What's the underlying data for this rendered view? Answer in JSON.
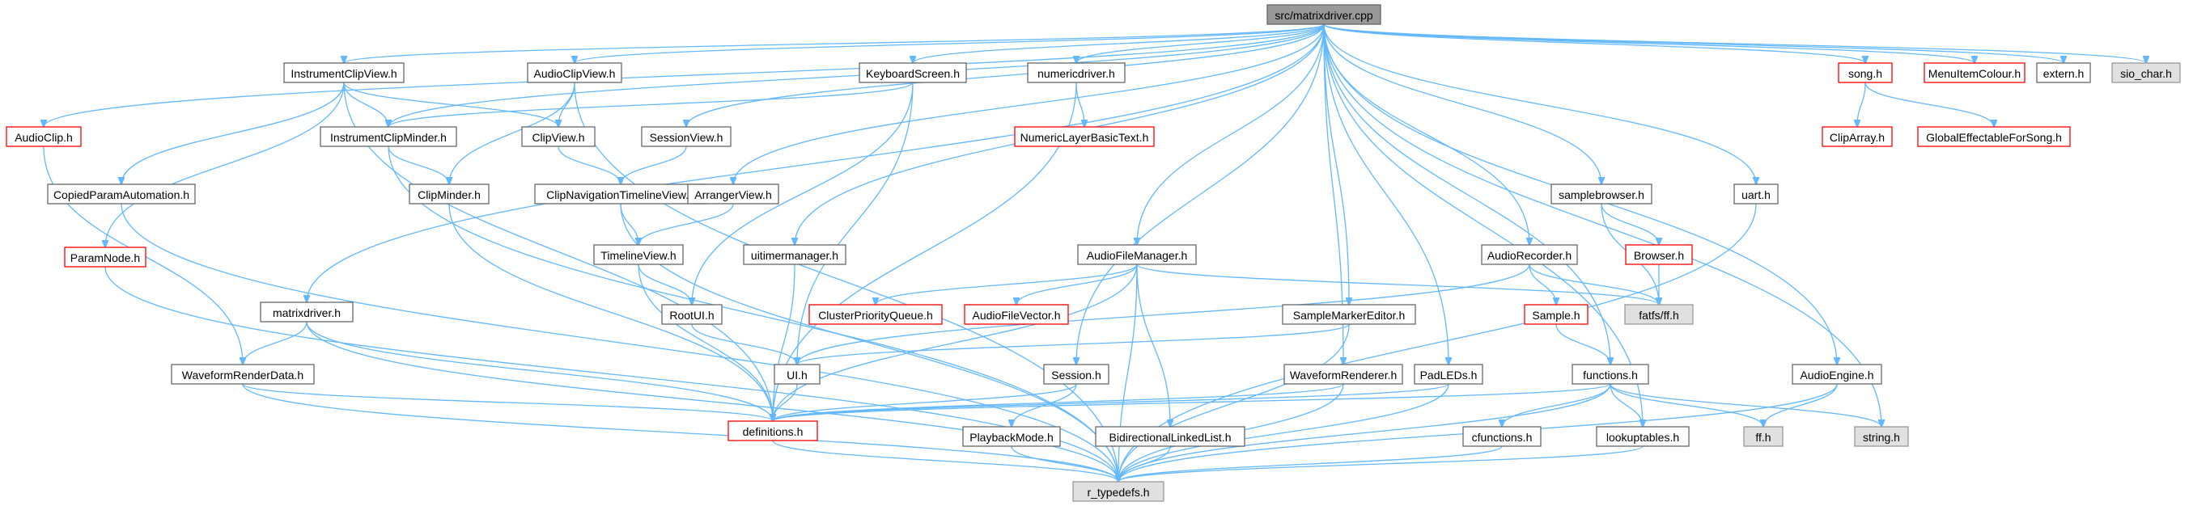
{
  "colors": {
    "edge": "#63b8ff",
    "node_border": "#666666",
    "node_fill": "#ffffff",
    "missing_border": "#ff0000",
    "root_fill": "#999999",
    "root_border": "#666666",
    "external_fill": "#e0e0e0",
    "external_border": "#999999"
  },
  "graph": {
    "root": "n_matrixdriver_cpp",
    "nodes": [
      {
        "id": "n_matrixdriver_cpp",
        "label": "src/matrixdriver.cpp",
        "kind": "root"
      },
      {
        "id": "n_instrumentclipview",
        "label": "InstrumentClipView.h",
        "kind": "normal"
      },
      {
        "id": "n_audioclipview",
        "label": "AudioClipView.h",
        "kind": "normal"
      },
      {
        "id": "n_keyboardscreen",
        "label": "KeyboardScreen.h",
        "kind": "normal"
      },
      {
        "id": "n_numericdriver",
        "label": "numericdriver.h",
        "kind": "normal"
      },
      {
        "id": "n_song",
        "label": "song.h",
        "kind": "missing"
      },
      {
        "id": "n_menuitemcolour",
        "label": "MenuItemColour.h",
        "kind": "missing"
      },
      {
        "id": "n_extern",
        "label": "extern.h",
        "kind": "normal"
      },
      {
        "id": "n_sio_char",
        "label": "sio_char.h",
        "kind": "external"
      },
      {
        "id": "n_audioclip",
        "label": "AudioClip.h",
        "kind": "missing"
      },
      {
        "id": "n_instrumentclipminder",
        "label": "InstrumentClipMinder.h",
        "kind": "normal"
      },
      {
        "id": "n_clipview",
        "label": "ClipView.h",
        "kind": "normal"
      },
      {
        "id": "n_sessionview",
        "label": "SessionView.h",
        "kind": "normal"
      },
      {
        "id": "n_numericlayerbasictext",
        "label": "NumericLayerBasicText.h",
        "kind": "missing"
      },
      {
        "id": "n_cliparray",
        "label": "ClipArray.h",
        "kind": "missing"
      },
      {
        "id": "n_globaleffectable",
        "label": "GlobalEffectableForSong.h",
        "kind": "missing"
      },
      {
        "id": "n_copiedparamautomation",
        "label": "CopiedParamAutomation.h",
        "kind": "normal"
      },
      {
        "id": "n_clipminder",
        "label": "ClipMinder.h",
        "kind": "normal"
      },
      {
        "id": "n_clipnavigationtimelineview",
        "label": "ClipNavigationTimelineView.h",
        "kind": "normal"
      },
      {
        "id": "n_arrangerview",
        "label": "ArrangerView.h",
        "kind": "normal"
      },
      {
        "id": "n_samplebrowser",
        "label": "samplebrowser.h",
        "kind": "normal"
      },
      {
        "id": "n_uart",
        "label": "uart.h",
        "kind": "normal"
      },
      {
        "id": "n_parammode",
        "label": "ParamNode.h",
        "kind": "missing"
      },
      {
        "id": "n_timelineview",
        "label": "TimelineView.h",
        "kind": "normal"
      },
      {
        "id": "n_uitimermanager",
        "label": "uitimermanager.h",
        "kind": "normal"
      },
      {
        "id": "n_audiofilemanager",
        "label": "AudioFileManager.h",
        "kind": "normal"
      },
      {
        "id": "n_audiorecorder",
        "label": "AudioRecorder.h",
        "kind": "normal"
      },
      {
        "id": "n_browser",
        "label": "Browser.h",
        "kind": "missing"
      },
      {
        "id": "n_matrixdriver_h",
        "label": "matrixdriver.h",
        "kind": "normal"
      },
      {
        "id": "n_clusterpriorityqueue",
        "label": "ClusterPriorityQueue.h",
        "kind": "missing"
      },
      {
        "id": "n_audiofilevector",
        "label": "AudioFileVector.h",
        "kind": "missing"
      },
      {
        "id": "n_rootui",
        "label": "RootUI.h",
        "kind": "normal"
      },
      {
        "id": "n_samplemarkereditor",
        "label": "SampleMarkerEditor.h",
        "kind": "normal"
      },
      {
        "id": "n_sample",
        "label": "Sample.h",
        "kind": "missing"
      },
      {
        "id": "n_fatfs_ff",
        "label": "fatfs/ff.h",
        "kind": "external"
      },
      {
        "id": "n_waveformrenderdata",
        "label": "WaveformRenderData.h",
        "kind": "normal"
      },
      {
        "id": "n_ui",
        "label": "UI.h",
        "kind": "normal"
      },
      {
        "id": "n_session",
        "label": "Session.h",
        "kind": "normal"
      },
      {
        "id": "n_waveformrenderer",
        "label": "WaveformRenderer.h",
        "kind": "normal"
      },
      {
        "id": "n_padleds",
        "label": "PadLEDs.h",
        "kind": "normal"
      },
      {
        "id": "n_functions",
        "label": "functions.h",
        "kind": "normal"
      },
      {
        "id": "n_audioengine",
        "label": "AudioEngine.h",
        "kind": "normal"
      },
      {
        "id": "n_definitions",
        "label": "definitions.h",
        "kind": "missing"
      },
      {
        "id": "n_playbackmode",
        "label": "PlaybackMode.h",
        "kind": "normal"
      },
      {
        "id": "n_bidirectionallinkedlist",
        "label": "BidirectionalLinkedList.h",
        "kind": "normal"
      },
      {
        "id": "n_cfunctions",
        "label": "cfunctions.h",
        "kind": "normal"
      },
      {
        "id": "n_lookuptables",
        "label": "lookuptables.h",
        "kind": "normal"
      },
      {
        "id": "n_ff",
        "label": "ff.h",
        "kind": "external"
      },
      {
        "id": "n_string",
        "label": "string.h",
        "kind": "external"
      },
      {
        "id": "n_r_typedefs",
        "label": "r_typedefs.h",
        "kind": "external"
      }
    ],
    "edges": [
      [
        "n_matrixdriver_cpp",
        "n_audioclip"
      ],
      [
        "n_matrixdriver_cpp",
        "n_instrumentclipview"
      ],
      [
        "n_matrixdriver_cpp",
        "n_audioclipview"
      ],
      [
        "n_matrixdriver_cpp",
        "n_instrumentclipminder"
      ],
      [
        "n_matrixdriver_cpp",
        "n_matrixdriver_h"
      ],
      [
        "n_matrixdriver_cpp",
        "n_keyboardscreen"
      ],
      [
        "n_matrixdriver_cpp",
        "n_numericdriver"
      ],
      [
        "n_matrixdriver_cpp",
        "n_sessionview"
      ],
      [
        "n_matrixdriver_cpp",
        "n_arrangerview"
      ],
      [
        "n_matrixdriver_cpp",
        "n_uitimermanager"
      ],
      [
        "n_matrixdriver_cpp",
        "n_audiofilemanager"
      ],
      [
        "n_matrixdriver_cpp",
        "n_session"
      ],
      [
        "n_matrixdriver_cpp",
        "n_samplemarkereditor"
      ],
      [
        "n_matrixdriver_cpp",
        "n_waveformrenderer"
      ],
      [
        "n_matrixdriver_cpp",
        "n_padleds"
      ],
      [
        "n_matrixdriver_cpp",
        "n_functions"
      ],
      [
        "n_matrixdriver_cpp",
        "n_samplebrowser"
      ],
      [
        "n_matrixdriver_cpp",
        "n_audiorecorder"
      ],
      [
        "n_matrixdriver_cpp",
        "n_lookuptables"
      ],
      [
        "n_matrixdriver_cpp",
        "n_uart"
      ],
      [
        "n_matrixdriver_cpp",
        "n_audioengine"
      ],
      [
        "n_matrixdriver_cpp",
        "n_string"
      ],
      [
        "n_matrixdriver_cpp",
        "n_song"
      ],
      [
        "n_matrixdriver_cpp",
        "n_menuitemcolour"
      ],
      [
        "n_matrixdriver_cpp",
        "n_extern"
      ],
      [
        "n_matrixdriver_cpp",
        "n_sio_char"
      ],
      [
        "n_audioclip",
        "n_waveformrenderdata"
      ],
      [
        "n_instrumentclipview",
        "n_instrumentclipminder"
      ],
      [
        "n_instrumentclipview",
        "n_clipview"
      ],
      [
        "n_instrumentclipview",
        "n_copiedparamautomation"
      ],
      [
        "n_instrumentclipview",
        "n_parammode"
      ],
      [
        "n_instrumentclipview",
        "n_definitions"
      ],
      [
        "n_audioclipview",
        "n_clipview"
      ],
      [
        "n_audioclipview",
        "n_clipminder"
      ],
      [
        "n_audioclipview",
        "n_r_typedefs"
      ],
      [
        "n_keyboardscreen",
        "n_instrumentclipminder"
      ],
      [
        "n_keyboardscreen",
        "n_rootui"
      ],
      [
        "n_keyboardscreen",
        "n_ui"
      ],
      [
        "n_numericdriver",
        "n_numericlayerbasictext"
      ],
      [
        "n_numericdriver",
        "n_definitions"
      ],
      [
        "n_song",
        "n_cliparray"
      ],
      [
        "n_song",
        "n_globaleffectable"
      ],
      [
        "n_instrumentclipminder",
        "n_clipminder"
      ],
      [
        "n_instrumentclipminder",
        "n_r_typedefs"
      ],
      [
        "n_clipview",
        "n_clipnavigationtimelineview"
      ],
      [
        "n_sessionview",
        "n_clipnavigationtimelineview"
      ],
      [
        "n_copiedparamautomation",
        "n_r_typedefs"
      ],
      [
        "n_clipminder",
        "n_definitions"
      ],
      [
        "n_clipnavigationtimelineview",
        "n_timelineview"
      ],
      [
        "n_clipnavigationtimelineview",
        "n_r_typedefs"
      ],
      [
        "n_arrangerview",
        "n_timelineview"
      ],
      [
        "n_samplebrowser",
        "n_browser"
      ],
      [
        "n_samplebrowser",
        "n_fatfs_ff"
      ],
      [
        "n_uart",
        "n_r_typedefs"
      ],
      [
        "n_parammode",
        "n_r_typedefs"
      ],
      [
        "n_timelineview",
        "n_rootui"
      ],
      [
        "n_timelineview",
        "n_definitions"
      ],
      [
        "n_uitimermanager",
        "n_definitions"
      ],
      [
        "n_audiofilemanager",
        "n_clusterpriorityqueue"
      ],
      [
        "n_audiofilemanager",
        "n_audiofilevector"
      ],
      [
        "n_audiofilemanager",
        "n_fatfs_ff"
      ],
      [
        "n_audiofilemanager",
        "n_definitions"
      ],
      [
        "n_audiofilemanager",
        "n_bidirectionallinkedlist"
      ],
      [
        "n_audiofilemanager",
        "n_r_typedefs"
      ],
      [
        "n_audiorecorder",
        "n_sample"
      ],
      [
        "n_audiorecorder",
        "n_fatfs_ff"
      ],
      [
        "n_audiorecorder",
        "n_ui"
      ],
      [
        "n_browser",
        "n_fatfs_ff"
      ],
      [
        "n_matrixdriver_h",
        "n_waveformrenderdata"
      ],
      [
        "n_matrixdriver_h",
        "n_definitions"
      ],
      [
        "n_matrixdriver_h",
        "n_r_typedefs"
      ],
      [
        "n_rootui",
        "n_ui"
      ],
      [
        "n_samplemarkereditor",
        "n_ui"
      ],
      [
        "n_samplemarkereditor",
        "n_r_typedefs"
      ],
      [
        "n_sample",
        "n_functions"
      ],
      [
        "n_waveformrenderdata",
        "n_definitions"
      ],
      [
        "n_waveformrenderdata",
        "n_r_typedefs"
      ],
      [
        "n_ui",
        "n_definitions"
      ],
      [
        "n_session",
        "n_playbackmode"
      ],
      [
        "n_session",
        "n_definitions"
      ],
      [
        "n_waveformrenderer",
        "n_definitions"
      ],
      [
        "n_waveformrenderer",
        "n_r_typedefs"
      ],
      [
        "n_padleds",
        "n_definitions"
      ],
      [
        "n_padleds",
        "n_r_typedefs"
      ],
      [
        "n_functions",
        "n_definitions"
      ],
      [
        "n_functions",
        "n_cfunctions"
      ],
      [
        "n_functions",
        "n_lookuptables"
      ],
      [
        "n_functions",
        "n_ff"
      ],
      [
        "n_functions",
        "n_string"
      ],
      [
        "n_functions",
        "n_r_typedefs"
      ],
      [
        "n_audioengine",
        "n_ff"
      ],
      [
        "n_audioengine",
        "n_r_typedefs"
      ],
      [
        "n_definitions",
        "n_r_typedefs"
      ],
      [
        "n_playbackmode",
        "n_r_typedefs"
      ],
      [
        "n_bidirectionallinkedlist",
        "n_r_typedefs"
      ],
      [
        "n_cfunctions",
        "n_r_typedefs"
      ],
      [
        "n_lookuptables",
        "n_r_typedefs"
      ]
    ]
  }
}
